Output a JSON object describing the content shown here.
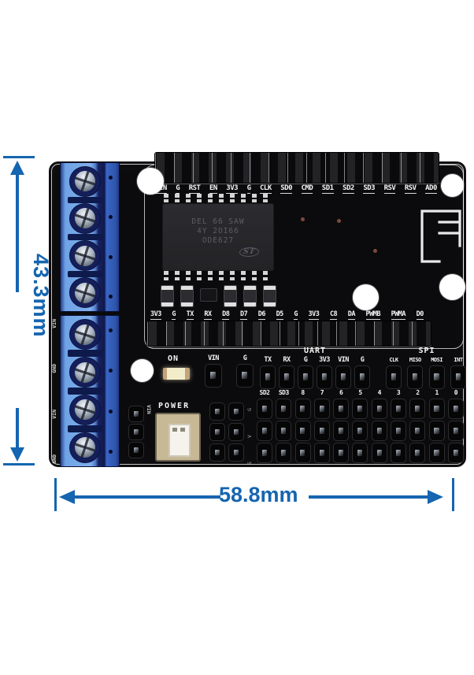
{
  "dimensions": {
    "height_label": "43.3mm",
    "width_label": "58.8mm"
  },
  "pcb": {
    "top_row": [
      "VIN",
      "G",
      "RST",
      "EN",
      "3V3",
      "G",
      "CLK",
      "SD0",
      "CMD",
      "SD1",
      "SD2",
      "SD3",
      "RSV",
      "RSV",
      "AD0"
    ],
    "mid_row": [
      "3V3",
      "G",
      "TX",
      "RX",
      "D8",
      "D7",
      "D6",
      "D5",
      "G",
      "3V3",
      "C8",
      "DA",
      "PWMB",
      "PWMA",
      "D0"
    ],
    "chip_marking": [
      "DEL 66 SAW",
      "4Y 2OI66",
      "ODE627"
    ],
    "chip_logo": "ST",
    "on_label": "ON",
    "vin_g_pins": [
      "VIN",
      "G"
    ],
    "uart_title": "UART",
    "uart_pins": [
      "TX",
      "RX",
      "G",
      "3V3",
      "VIN",
      "G"
    ],
    "spi_title": "SPI",
    "spi_pins": [
      "CLK",
      "MISO",
      "MOSI",
      "INT"
    ],
    "matrix_cols": [
      "SD2",
      "SD3",
      "8",
      "7",
      "6",
      "5",
      "4",
      "3",
      "2",
      "1",
      "0"
    ],
    "matrix_row_labels": [
      "G",
      "V",
      "S"
    ],
    "power_label": "POWER",
    "vin_vertical_label": "VIN",
    "terminal_labels": [
      "VIN",
      "GND",
      "VIN",
      "GND"
    ]
  },
  "colors": {
    "dimension_blue": "#1565b0",
    "terminal_blue": "#5b8fdc",
    "pcb_black": "#0b0b0d"
  }
}
